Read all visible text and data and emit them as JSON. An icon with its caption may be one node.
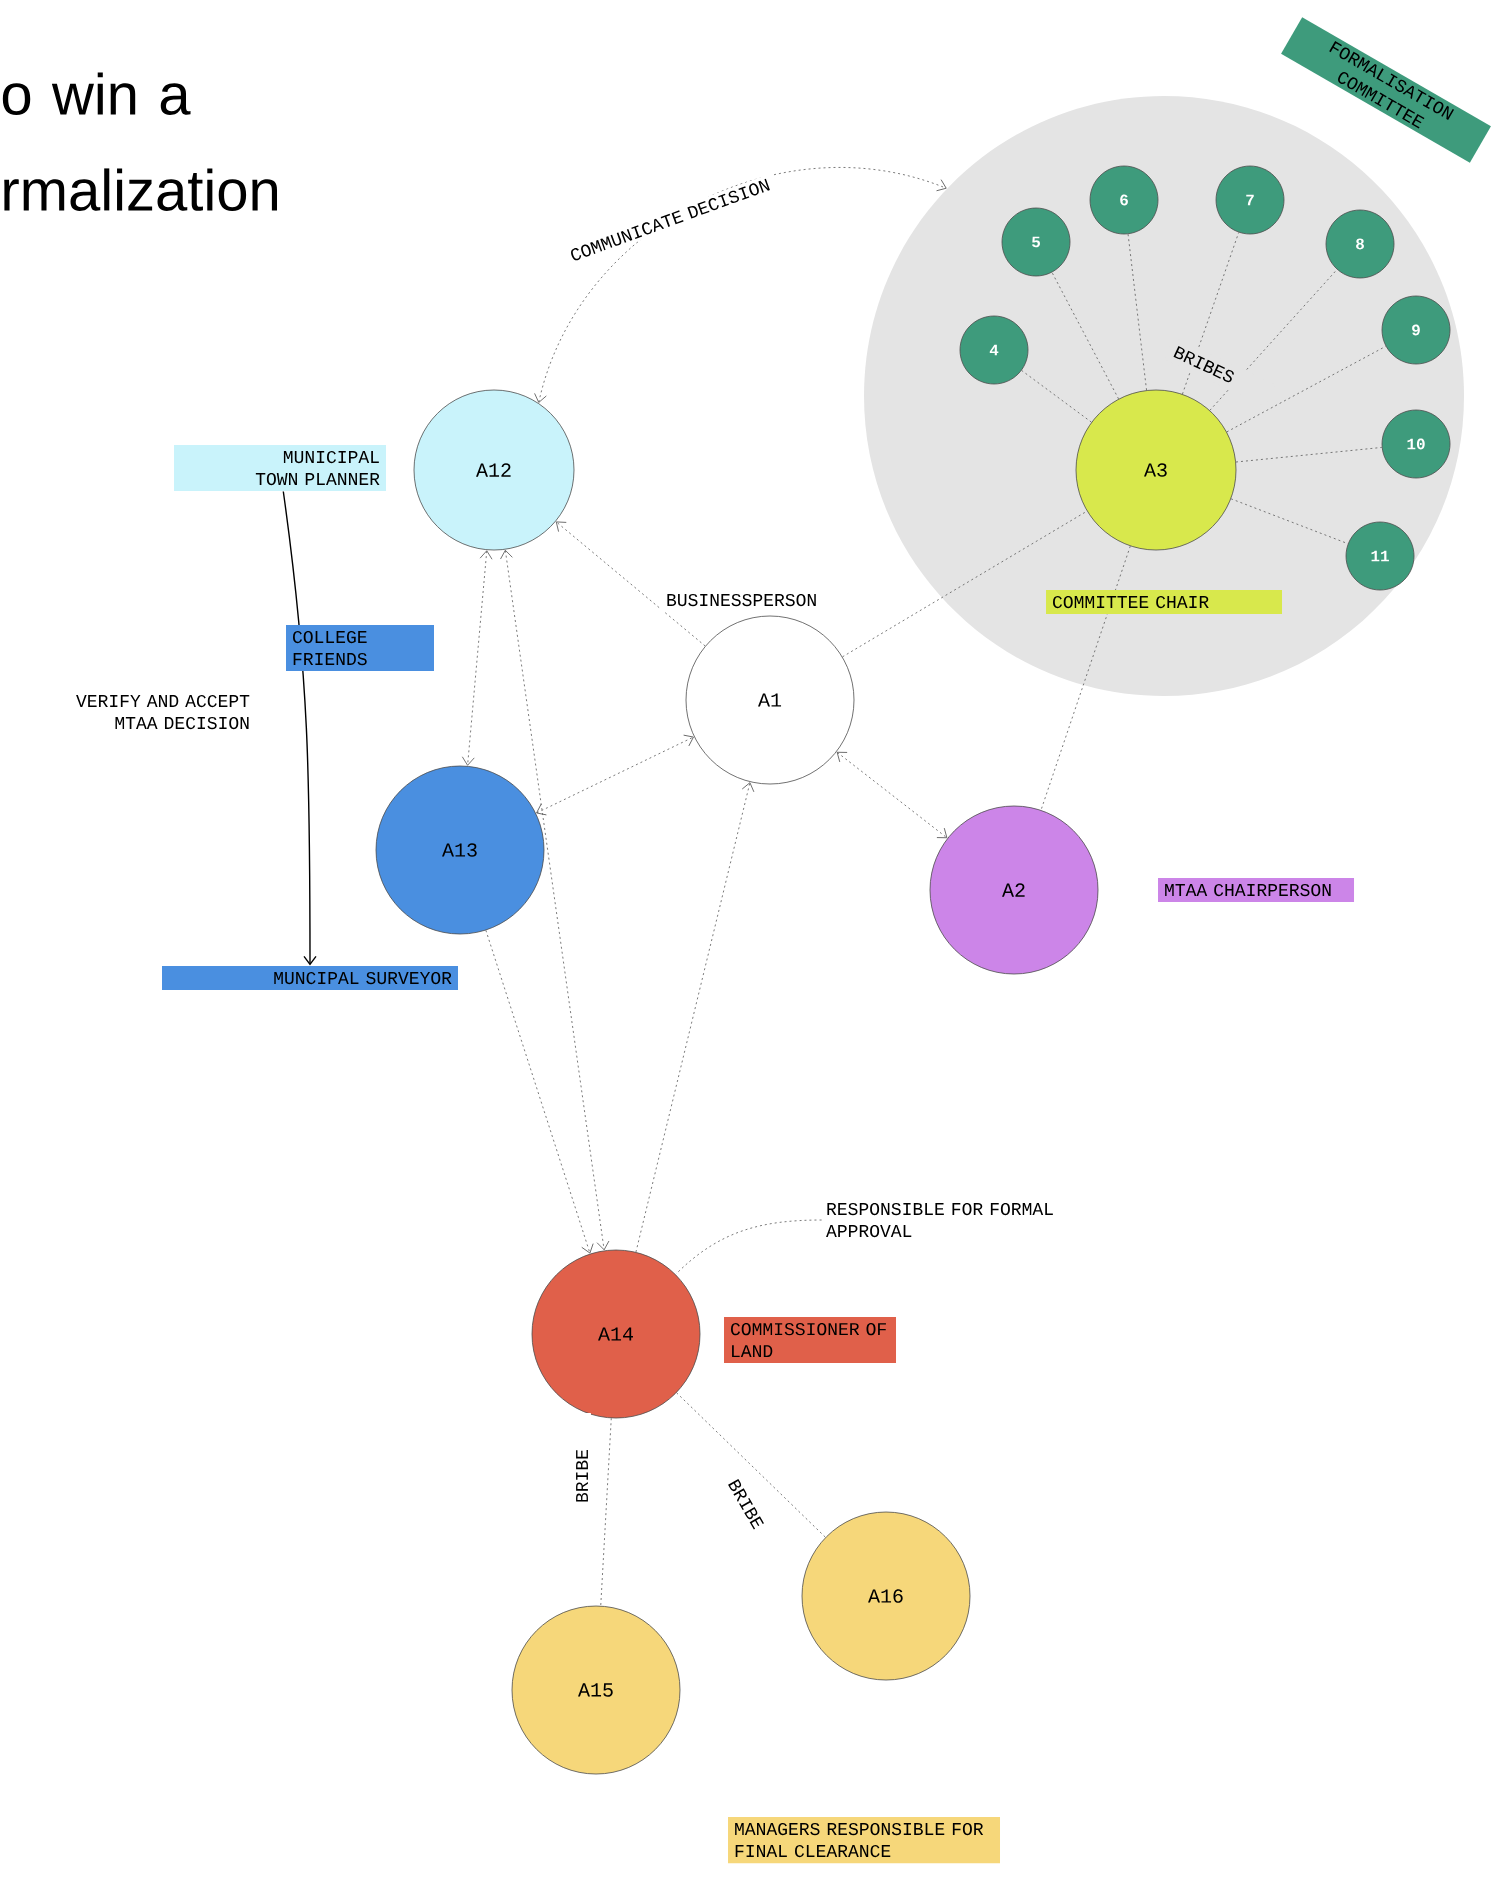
{
  "diagram": {
    "title": "o win a rmalization",
    "nodes": [
      {
        "text": [
          "FORMALISATION COMMITTEE"
        ]
      },
      {
        "text": [
          "A3"
        ],
        "in": 0,
        "beside": [
          "COMMITTEE CHAIR"
        ]
      },
      {
        "text": [
          "4"
        ],
        "in": 0
      },
      {
        "text": [
          "5"
        ],
        "in": 0
      },
      {
        "text": [
          "6"
        ],
        "in": 0
      },
      {
        "text": [
          "7"
        ],
        "in": 0
      },
      {
        "text": [
          "8"
        ],
        "in": 0
      },
      {
        "text": [
          "9"
        ],
        "in": 0
      },
      {
        "text": [
          "10"
        ],
        "in": 0
      },
      {
        "text": [
          "11"
        ],
        "in": 0
      },
      {
        "text": [
          "A12"
        ]
      },
      {
        "text": [
          "MUNICIPAL TOWN PLANNER"
        ]
      },
      {
        "text": [
          "A1"
        ],
        "beside": [
          "BUSINESSPERSON"
        ]
      },
      {
        "text": [
          "A13"
        ]
      },
      {
        "text": [
          "A2"
        ],
        "beside": [
          "MTAA CHAIRPERSON"
        ]
      },
      {
        "text": [
          "MUNCIPAL SURVEYOR"
        ]
      },
      {
        "text": [
          "A14"
        ],
        "beside": [
          "COMMISSIONER OF LAND"
        ]
      },
      {
        "text": [
          "RESPONSIBLE FOR FORMAL APPROVAL"
        ]
      },
      {
        "text": [
          "A15"
        ]
      },
      {
        "text": [
          "A16"
        ]
      }
    ],
    "edges": [
      {
        "from": 10,
        "to": 0,
        "arrow": "both",
        "style": "dashed",
        "label": "COMMUNICATE DECISION"
      },
      {
        "from": 12,
        "to": 10,
        "arrow": "to",
        "style": "dashed"
      },
      {
        "from": 12,
        "to": 1,
        "arrow": "none",
        "style": "dashed"
      },
      {
        "from": 1,
        "to": 14,
        "arrow": "none",
        "style": "dashed"
      },
      {
        "from": 12,
        "to": 14,
        "arrow": "both",
        "style": "dashed"
      },
      {
        "from": 13,
        "to": 12,
        "arrow": "both",
        "style": "dashed"
      },
      {
        "from": 10,
        "to": 13,
        "arrow": "both",
        "style": "dashed"
      },
      {
        "from": 10,
        "to": 16,
        "arrow": "both",
        "style": "dashed"
      },
      {
        "from": 13,
        "to": 16,
        "arrow": "to",
        "style": "dashed"
      },
      {
        "from": 16,
        "to": 12,
        "arrow": "to",
        "style": "dashed"
      },
      {
        "from": 1,
        "to": 2,
        "arrow": "none",
        "style": "dashed"
      },
      {
        "from": 1,
        "to": 3,
        "arrow": "none",
        "style": "dashed"
      },
      {
        "from": 1,
        "to": 4,
        "arrow": "none",
        "style": "dashed"
      },
      {
        "from": 1,
        "to": 5,
        "arrow": "none",
        "style": "dashed"
      },
      {
        "from": 1,
        "to": 6,
        "arrow": "none",
        "style": "dashed"
      },
      {
        "from": 1,
        "to": 7,
        "arrow": "none",
        "style": "dashed"
      },
      {
        "from": 1,
        "to": 8,
        "arrow": "none",
        "style": "dashed"
      },
      {
        "from": 1,
        "to": 9,
        "arrow": "none",
        "style": "dashed"
      },
      {
        "from": 16,
        "to": 18,
        "arrow": "none",
        "style": "dashed",
        "label": "BRIBE"
      },
      {
        "from": 16,
        "to": 19,
        "arrow": "none",
        "style": "dashed",
        "label": "BRIBE"
      },
      {
        "from": 17,
        "to": 16,
        "arrow": "none",
        "style": "dashed"
      },
      {
        "from": 11,
        "to": 15,
        "arrow": "to",
        "label": "VERIFY AND ACCEPT MTAA DECISION"
      }
    ],
    "labels": [
      "BRIBES",
      "COLLEGE FRIENDS",
      "MANAGERS RESPONSIBLE FOR FINAL CLEARANCE"
    ]
  }
}
